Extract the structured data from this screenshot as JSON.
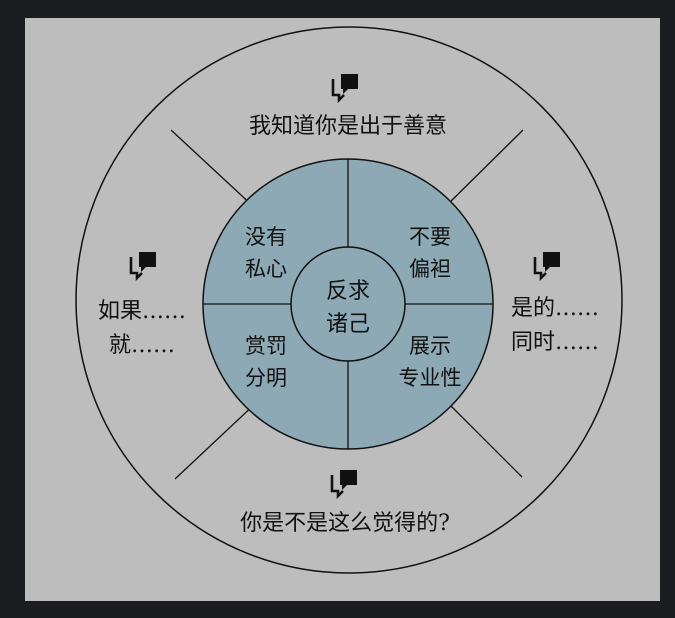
{
  "diagram": {
    "colors": {
      "frame": "#1c1d20",
      "panel": "#bdbdbd",
      "inner_fill": "#8da9b6",
      "stroke": "#111111"
    },
    "outer_labels": {
      "top": "我知道你是出于善意",
      "left_line1": "如果……",
      "left_line2": "就……",
      "right_line1": "是的……",
      "right_line2": "同时……",
      "bottom": "你是不是这么觉得的?"
    },
    "inner_labels": {
      "top_left_line1": "没有",
      "top_left_line2": "私心",
      "top_right_line1": "不要",
      "top_right_line2": "偏袒",
      "bottom_left_line1": "赏罚",
      "bottom_left_line2": "分明",
      "bottom_right_line1": "展示",
      "bottom_right_line2": "专业性"
    },
    "center_labels": {
      "line1": "反求",
      "line2": "诸己"
    },
    "icons": [
      "chat-bubble-icon",
      "chat-bubble-icon",
      "chat-bubble-icon",
      "chat-bubble-icon"
    ]
  }
}
